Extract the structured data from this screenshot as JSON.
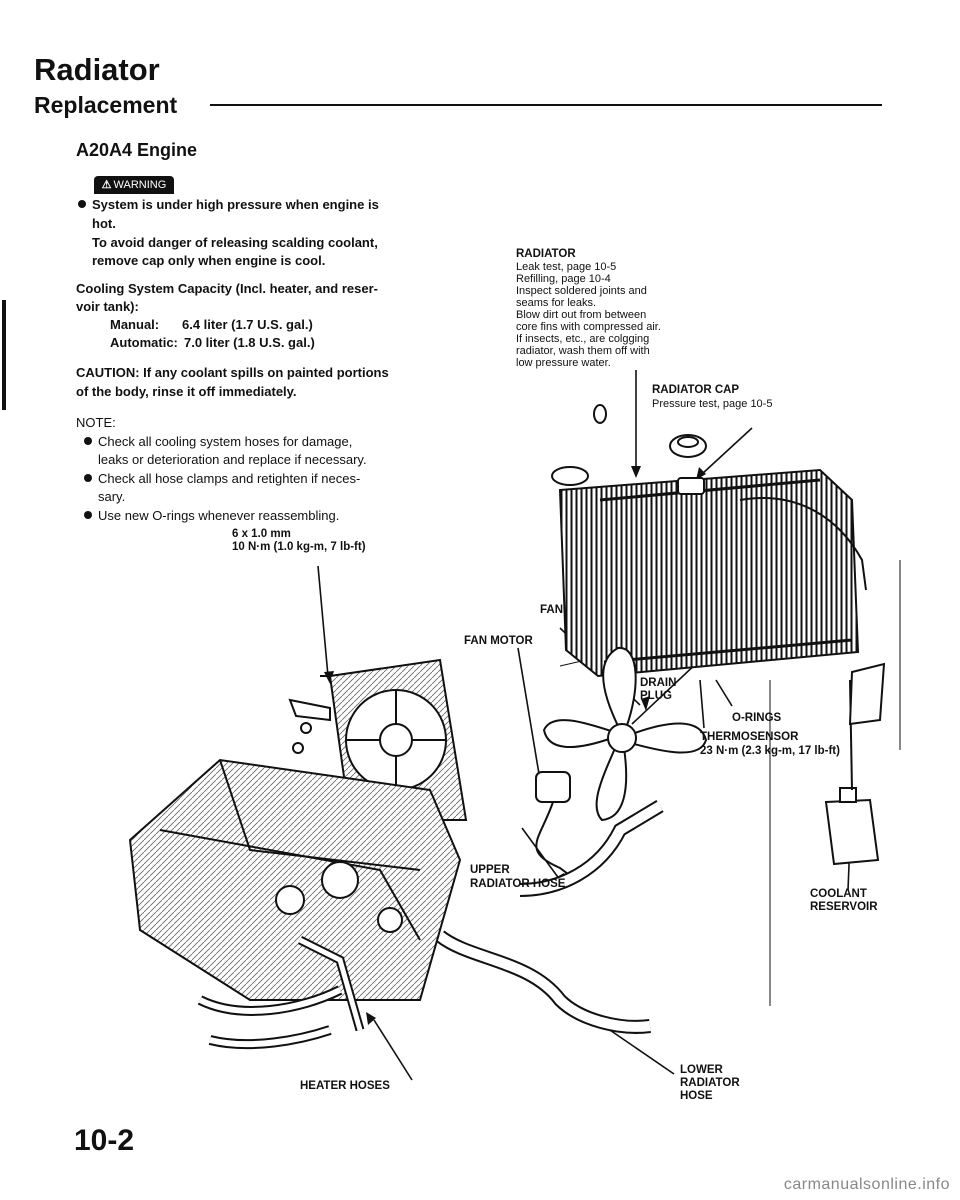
{
  "header": {
    "title": "Radiator",
    "subtitle": "Replacement",
    "engine": "A20A4 Engine"
  },
  "warning": {
    "badge": "WARNING",
    "line1": "System is under high pressure when engine is",
    "line2": "hot.",
    "line3": "To avoid danger of releasing scalding coolant,",
    "line4": "remove cap only when engine is cool."
  },
  "capacity": {
    "line1": "Cooling System Capacity (Incl. heater, and reser-",
    "line2": "voir tank):",
    "manual_label": "Manual:",
    "manual_value": "6.4 liter (1.7 U.S. gal.)",
    "auto_label": "Automatic:",
    "auto_value": "7.0 liter (1.8 U.S. gal.)"
  },
  "caution": {
    "line1": "CAUTION:  If any coolant spills on painted portions",
    "line2": "of the body, rinse it off immediately."
  },
  "note": {
    "heading": "NOTE:",
    "item1_l1": "Check  all  cooling  system  hoses  for  damage,",
    "item1_l2": "leaks or deterioration and replace if necessary.",
    "item2_l1": "Check  all  hose  clamps  and  retighten  if  neces-",
    "item2_l2": "sary.",
    "item3": "Use new O-rings whenever reassembling."
  },
  "bolt_spec": {
    "line1": "6 x 1.0 mm",
    "line2": "10 N·m (1.0 kg-m, 7 lb-ft)"
  },
  "radiator_note": {
    "title": "RADIATOR",
    "l1": "Leak test, page 10-5",
    "l2": "Refilling, page 10-4",
    "l3": "Inspect soldered joints and",
    "l4": "seams for leaks.",
    "l5": "Blow dirt out from between",
    "l6": "core fins with compressed air.",
    "l7": "If insects, etc., are colgging",
    "l8": "radiator, wash them off with",
    "l9": "low pressure water."
  },
  "cap_note": {
    "title": "RADIATOR CAP",
    "text": "Pressure test, page 10-5"
  },
  "labels": {
    "fan": "FAN",
    "fan_motor": "FAN MOTOR",
    "drain": "DRAIN",
    "plug": "PLUG",
    "orings": "O-RINGS",
    "thermo": "THERMOSENSOR",
    "thermo_torque": "23 N·m (2.3 kg-m, 17 lb-ft)",
    "upper": "UPPER",
    "upper2": "RADIATOR HOSE",
    "coolant1": "COOLANT",
    "coolant2": "RESERVOIR",
    "heater": "HEATER HOSES",
    "lower1": "LOWER",
    "lower2": "RADIATOR",
    "lower3": "HOSE"
  },
  "page_number": "10-2",
  "footer": "carmanualsonline.info"
}
